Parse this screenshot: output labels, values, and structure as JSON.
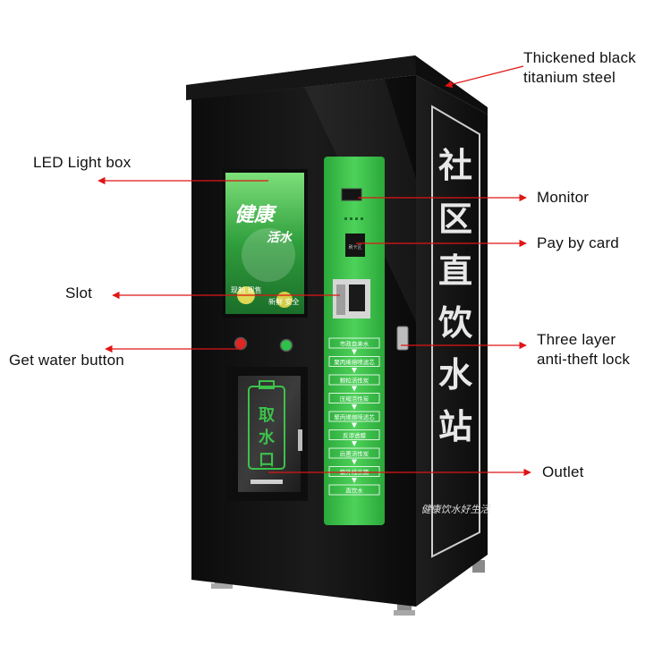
{
  "callouts": {
    "steel": {
      "lines": [
        "Thickened black",
        "titanium steel"
      ]
    },
    "led_box": {
      "lines": [
        "LED Light box"
      ]
    },
    "monitor": {
      "lines": [
        "Monitor"
      ]
    },
    "pay_card": {
      "lines": [
        "Pay by card"
      ]
    },
    "slot": {
      "lines": [
        "Slot"
      ]
    },
    "lock": {
      "lines": [
        "Three layer",
        "anti-theft lock"
      ]
    },
    "button": {
      "lines": [
        "Get water button"
      ]
    },
    "outlet": {
      "lines": [
        "Outlet"
      ]
    }
  },
  "machine": {
    "side_sign": [
      "社",
      "区",
      "直",
      "饮",
      "水",
      "站"
    ],
    "side_tagline": "健康饮水好生活",
    "poster": {
      "headline": "健康",
      "sub": "活水",
      "bottom_left": "现制 现售",
      "bottom_right": "新鲜 安全"
    },
    "window_sign": [
      "取",
      "水",
      "口"
    ],
    "card_reader_label": "刷卡区",
    "process_steps": [
      "市政自来水",
      "聚丙烯熔喷滤芯",
      "颗粒活性炭",
      "压缩活性炭",
      "聚丙烯熔喷滤芯",
      "反渗透膜",
      "后置活性炭",
      "紫外线杀菌",
      "直饮水"
    ]
  },
  "colors": {
    "arrow": "#e01515",
    "panel_green": "#3cc24a",
    "body_black": "#111111"
  }
}
